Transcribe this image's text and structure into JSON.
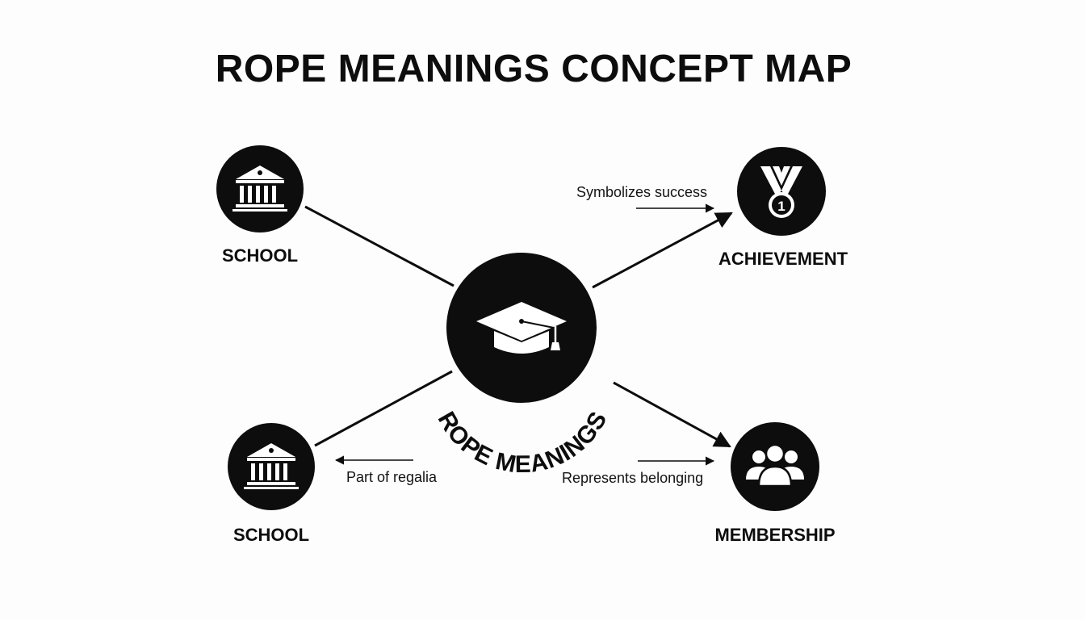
{
  "title": "ROPE MEANINGS CONCEPT MAP",
  "central_node": {
    "label": "ROPE MEANINGS",
    "icon": "graduation-cap-icon"
  },
  "nodes": [
    {
      "id": "school-top",
      "label": "SCHOOL",
      "icon": "institution-building-icon"
    },
    {
      "id": "achievement",
      "label": "ACHIEVEMENT",
      "icon": "medal-icon"
    },
    {
      "id": "school-bottom",
      "label": "SCHOOL",
      "icon": "institution-building-icon"
    },
    {
      "id": "membership",
      "label": "MEMBERSHIP",
      "icon": "people-group-icon"
    }
  ],
  "edges": [
    {
      "from": "central",
      "to": "school-top",
      "label": ""
    },
    {
      "from": "central",
      "to": "achievement",
      "label": "Symbolizes success"
    },
    {
      "from": "central",
      "to": "school-bottom",
      "label": "Part of regalia"
    },
    {
      "from": "central",
      "to": "membership",
      "label": "Represents belonging"
    }
  ],
  "colors": {
    "background": "#fdfdfd",
    "ink": "#0d0d0d",
    "icon_fill": "#ffffff"
  }
}
